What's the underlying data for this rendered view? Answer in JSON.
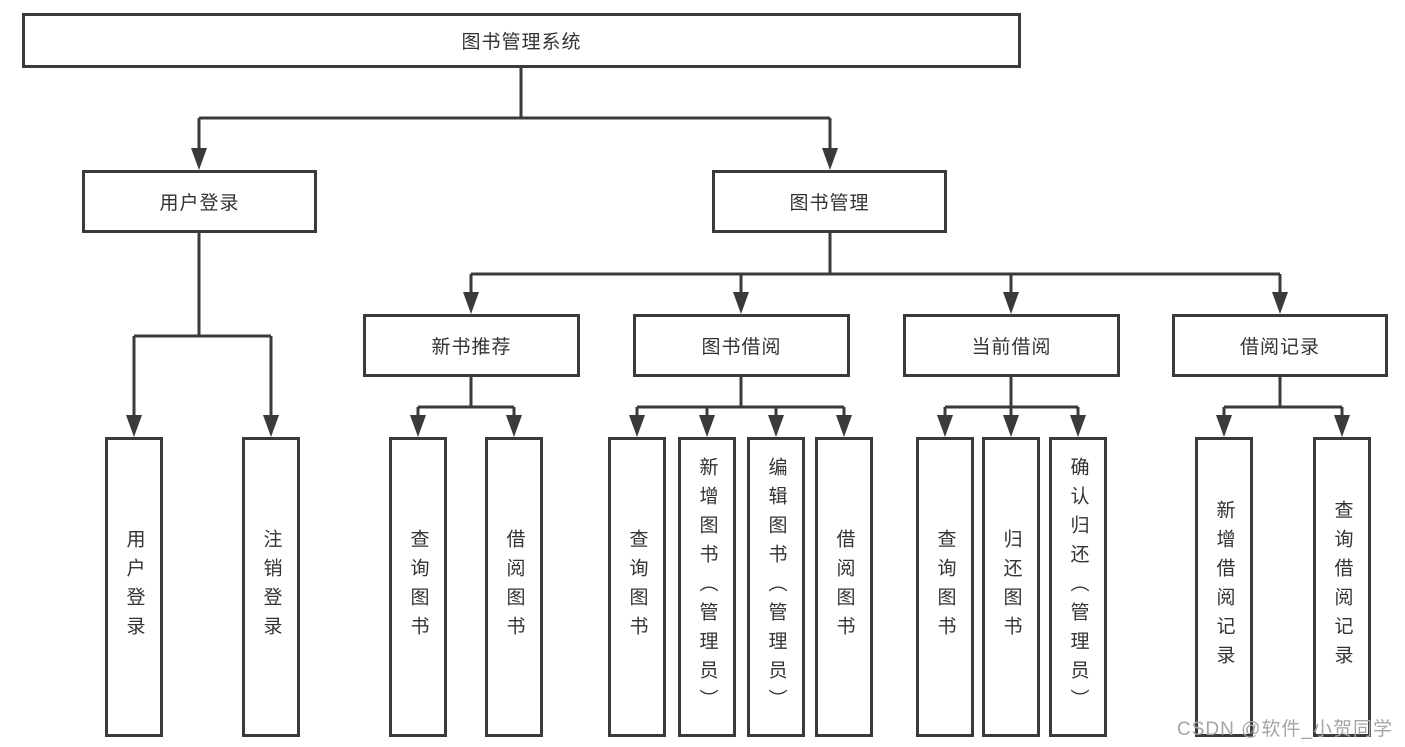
{
  "diagram": {
    "root": {
      "label": "图书管理系统"
    },
    "level1": [
      {
        "label": "用户登录"
      },
      {
        "label": "图书管理"
      }
    ],
    "level2": [
      {
        "label": "新书推荐"
      },
      {
        "label": "图书借阅"
      },
      {
        "label": "当前借阅"
      },
      {
        "label": "借阅记录"
      }
    ],
    "leaves": {
      "user_login": [
        {
          "label": "用户登录"
        },
        {
          "label": "注销登录"
        }
      ],
      "new_books": [
        {
          "label": "查询图书"
        },
        {
          "label": "借阅图书"
        }
      ],
      "book_borrowing": [
        {
          "label": "查询图书"
        },
        {
          "label": "新增图书（管理员）"
        },
        {
          "label": "编辑图书（管理员）"
        },
        {
          "label": "借阅图书"
        }
      ],
      "current_borrowing": [
        {
          "label": "查询图书"
        },
        {
          "label": "归还图书"
        },
        {
          "label": "确认归还（管理员）"
        }
      ],
      "borrowing_records": [
        {
          "label": "新增借阅记录"
        },
        {
          "label": "查询借阅记录"
        }
      ]
    },
    "watermark": "CSDN @软件_小贺同学",
    "colors": {
      "line": "#3a3a3a",
      "box_border": "#3a3a3a",
      "text": "#333333",
      "watermark": "#a5a5a5",
      "background": "#ffffff"
    }
  }
}
